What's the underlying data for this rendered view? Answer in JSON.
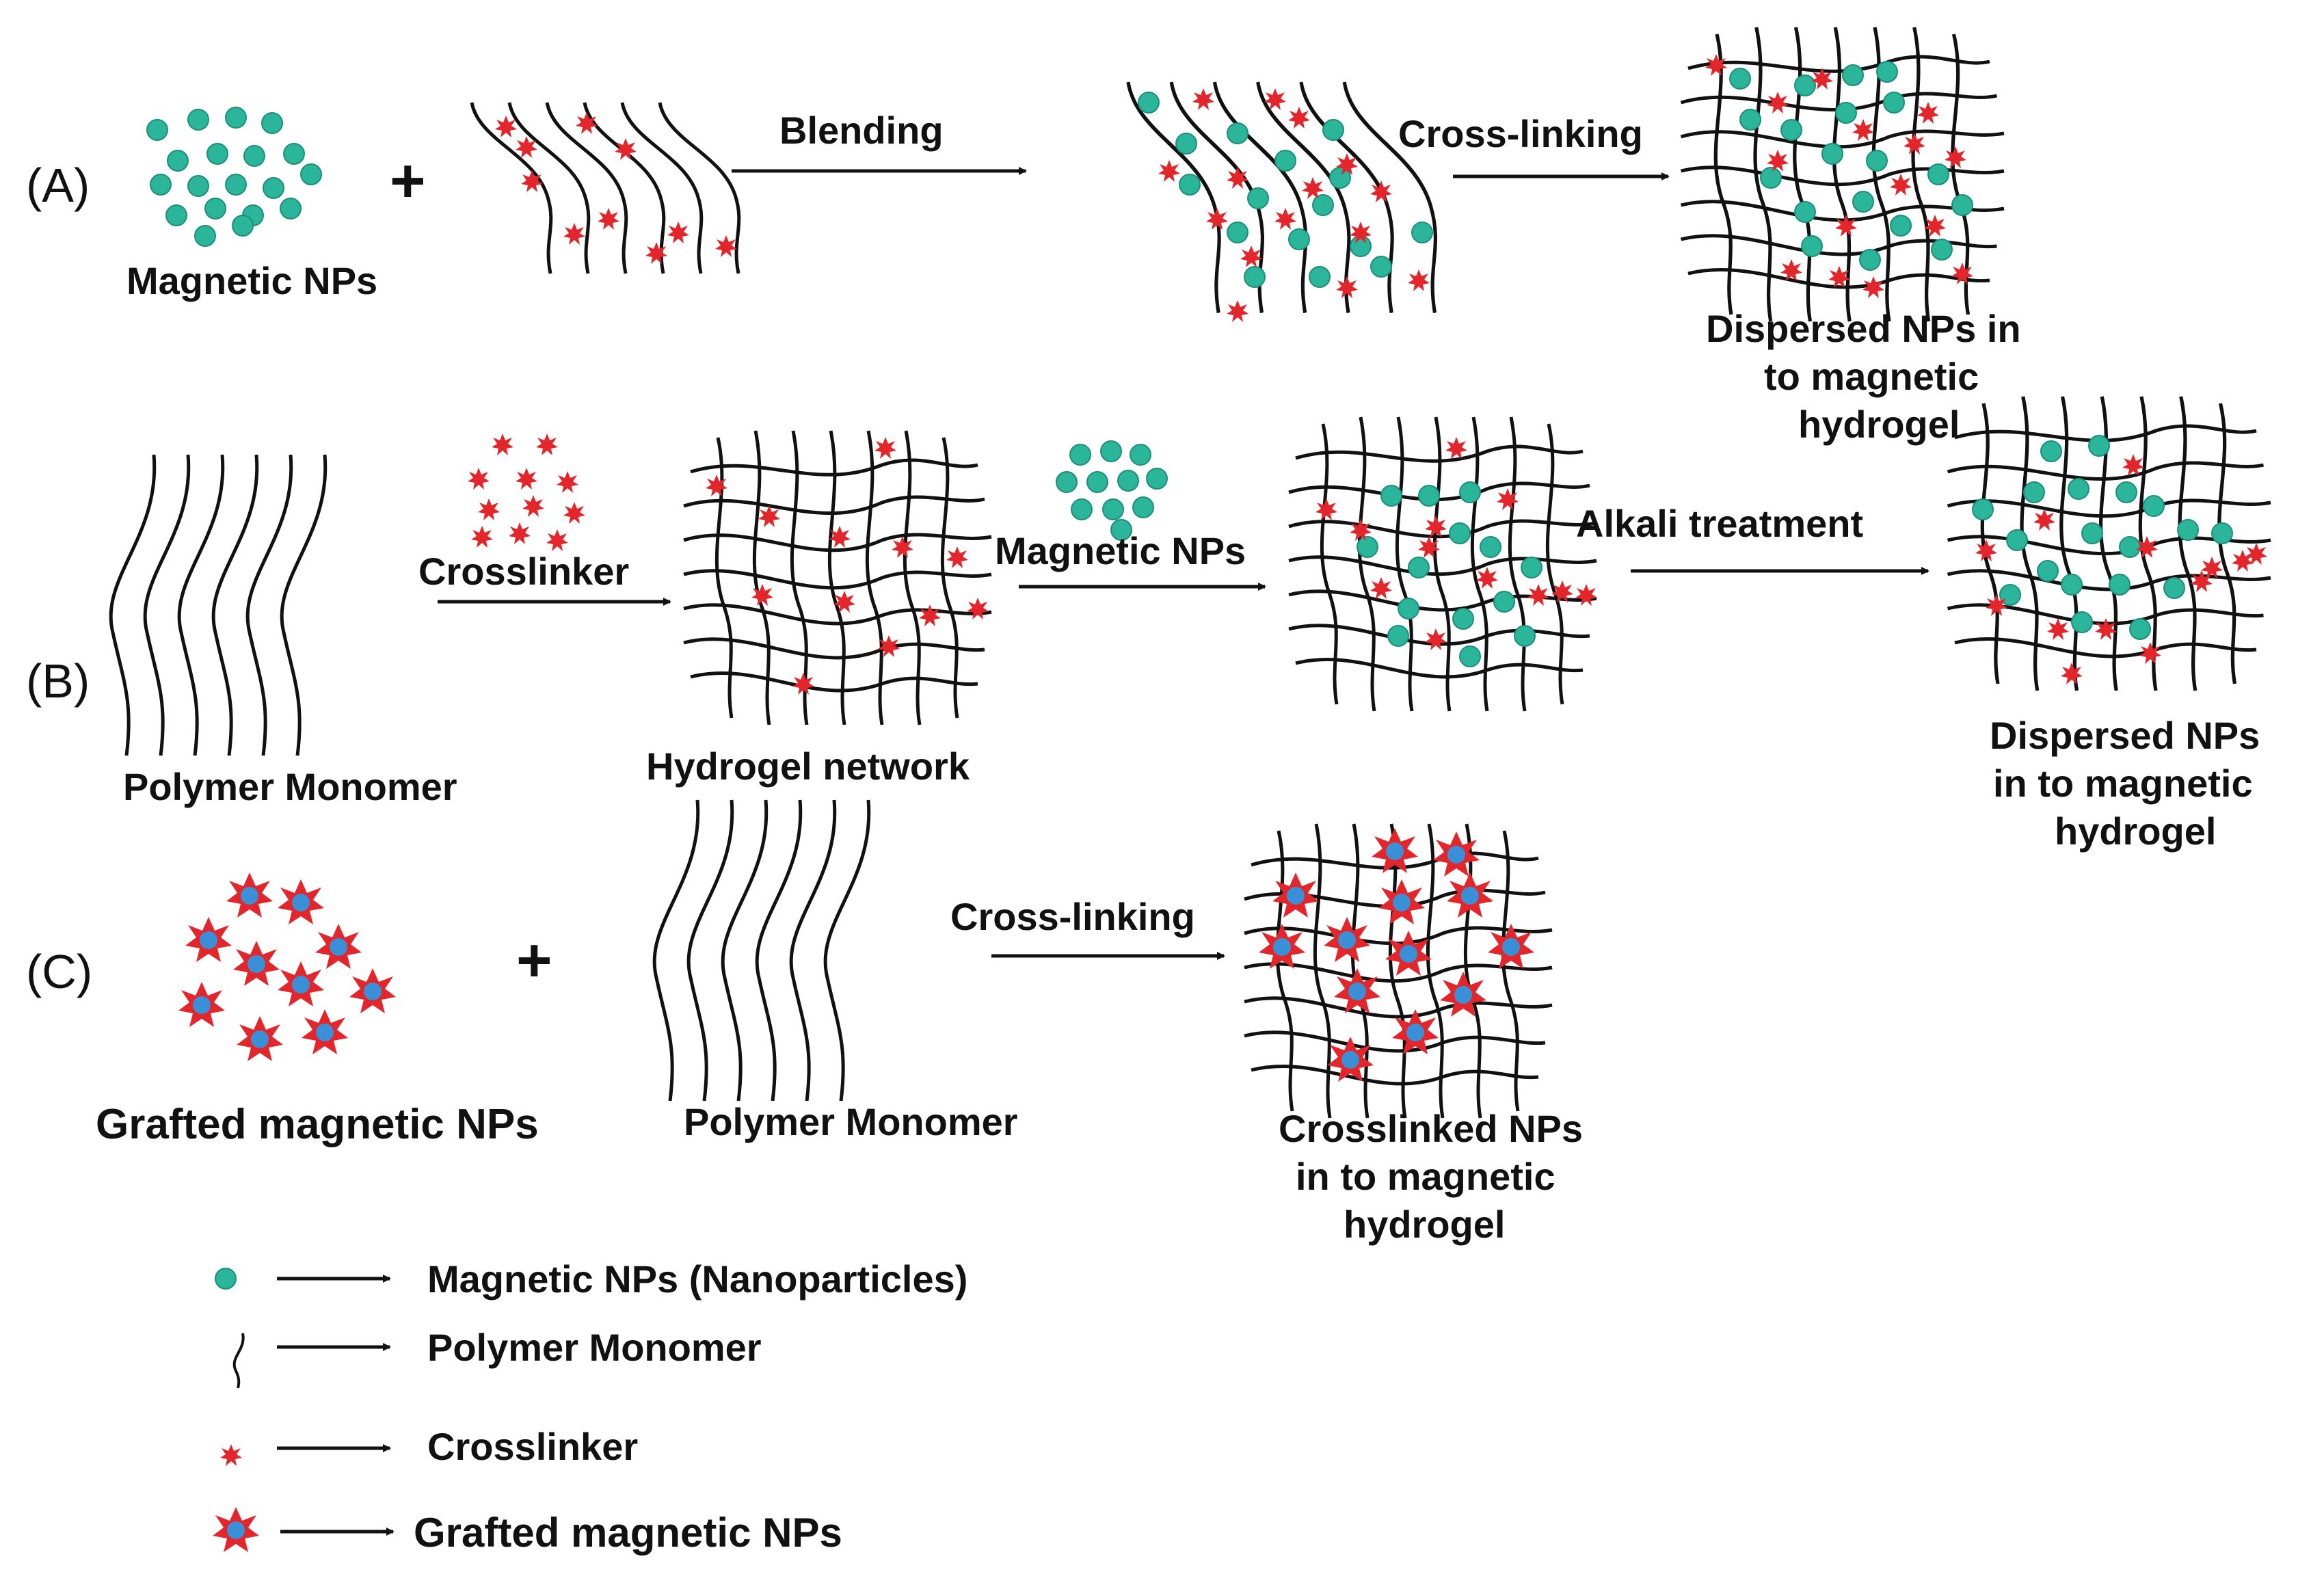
{
  "rows": {
    "a": {
      "marker": "(A)",
      "np_label": "Magnetic NPs",
      "step1": "Blending",
      "step2": "Cross-linking",
      "result": [
        "Dispersed NPs in",
        "to magnetic",
        "hydrogel"
      ]
    },
    "b": {
      "marker": "(B)",
      "monomer_label": "Polymer Monomer",
      "step1": "Crosslinker",
      "network_label": "Hydrogel network",
      "step2": "Magnetic NPs",
      "step3": "Alkali treatment",
      "result": [
        "Dispersed NPs",
        "in to magnetic",
        "hydrogel"
      ]
    },
    "c": {
      "marker": "(C)",
      "np_label": "Grafted magnetic NPs",
      "monomer_label": "Polymer Monomer",
      "step1": "Cross-linking",
      "result": [
        "Crosslinked NPs",
        "in to magnetic",
        "hydrogel"
      ]
    }
  },
  "plus_sign": "+",
  "legend": [
    {
      "symbol": "np-dot",
      "label": "Magnetic NPs (Nanoparticles)"
    },
    {
      "symbol": "monomer-strand",
      "label": "Polymer Monomer"
    },
    {
      "symbol": "crosslinker-star",
      "label": "Crosslinker"
    },
    {
      "symbol": "grafted-star",
      "label": "Grafted magnetic NPs"
    }
  ],
  "colors": {
    "nanoparticle": "#2bb59a",
    "crosslinker": "#e3262b",
    "grafted_core": "#3b8fd6",
    "line": "#111111"
  }
}
